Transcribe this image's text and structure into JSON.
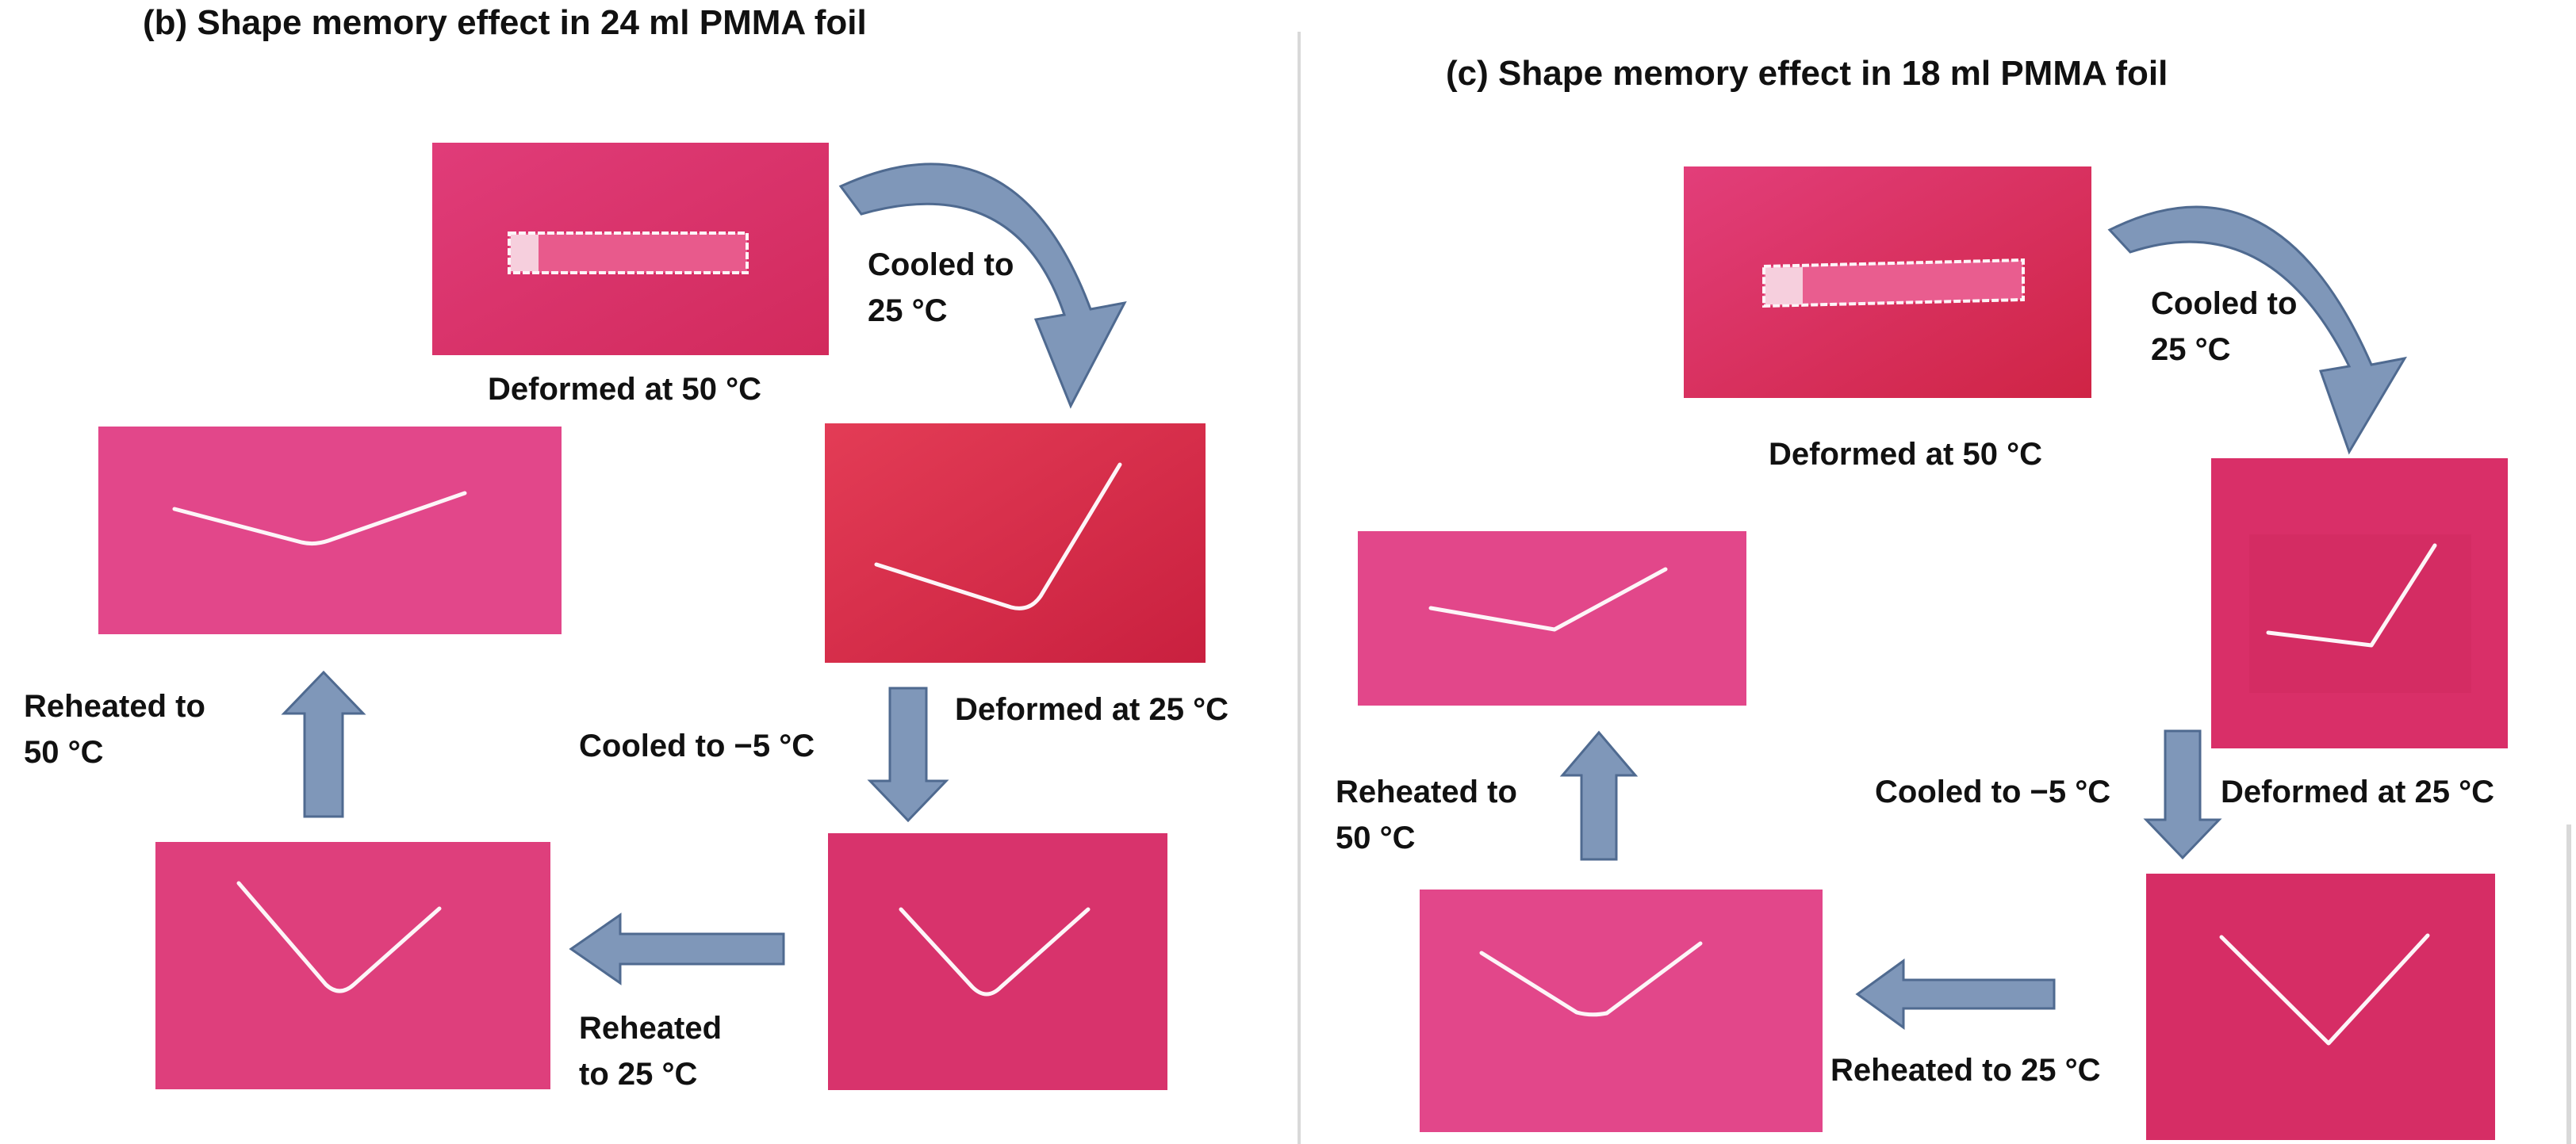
{
  "colors": {
    "arrow_fill": "#7f97b9",
    "arrow_stroke": "#4f6a90",
    "sample_white": "#fdf5f8",
    "photo_magenta": "#d8336c",
    "photo_pink": "#e2478a",
    "photo_red": "#cf2445"
  },
  "panel_b": {
    "title": "(b) Shape memory effect in 24 ml PMMA foil",
    "photo_deformed_50_label": "Deformed at 50 °C",
    "arrow_cooled_25_label": "Cooled to\n25 °C",
    "photo_deformed_25_label": "Deformed at 25 °C",
    "arrow_cooled_minus5_label": "Cooled to −5 °C",
    "arrow_reheated_25_label": "Reheated\nto 25 °C",
    "arrow_reheated_50_label": "Reheated to\n50 °C"
  },
  "panel_c": {
    "title": "(c) Shape memory effect in 18 ml PMMA foil",
    "photo_deformed_50_label": "Deformed at 50 °C",
    "arrow_cooled_25_label": "Cooled to\n25 °C",
    "photo_deformed_25_label": "Deformed at 25 °C",
    "arrow_cooled_minus5_label": "Cooled to −5 °C",
    "arrow_reheated_25_label": "Reheated to 25 °C",
    "arrow_reheated_50_label": "Reheated to\n50 °C"
  }
}
